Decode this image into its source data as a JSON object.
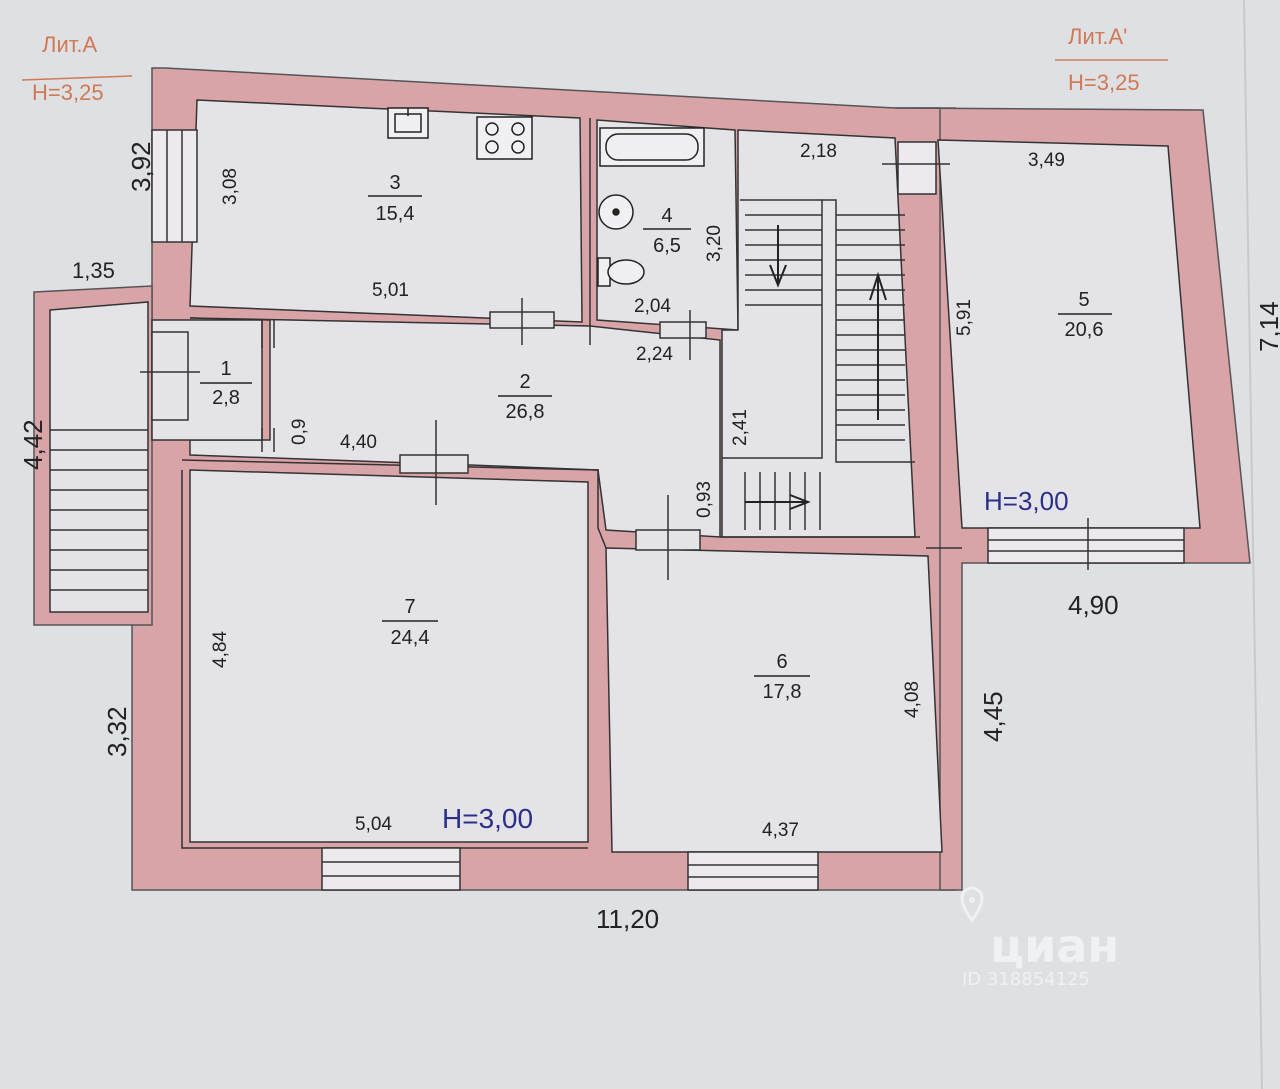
{
  "palette": {
    "paper": "#dfe0e3",
    "wall": "#d9a4a8",
    "wall_edge": "#555555",
    "room": "#e4e4e8",
    "line": "#222222",
    "lit_text": "#d07a55",
    "height_text": "#2b2f8a"
  },
  "header_left": {
    "title": "Лит.А",
    "height": "Н=3,25"
  },
  "header_right": {
    "title": "Лит.А'",
    "height": "Н=3,25"
  },
  "rooms": [
    {
      "number": "1",
      "area": "2,8"
    },
    {
      "number": "2",
      "area": "26,8"
    },
    {
      "number": "3",
      "area": "15,4"
    },
    {
      "number": "4",
      "area": "6,5"
    },
    {
      "number": "5",
      "area": "20,6"
    },
    {
      "number": "6",
      "area": "17,8"
    },
    {
      "number": "7",
      "area": "24,4"
    }
  ],
  "ceiling_heights": {
    "block_a": "Н=3,00",
    "block_a1": "Н=3,00"
  },
  "dimensions": {
    "outer_left_top": "3,92",
    "porch_width": "1,35",
    "porch_length": "4,42",
    "outer_left_bottom": "3,32",
    "outer_bottom": "11,20",
    "outer_right_bottom": "4,45",
    "outer_right": "7,14",
    "outer_annex_bottom": "4,90",
    "room3_height": "3,08",
    "room3_width": "5,01",
    "room4_height": "3,20",
    "room4_width": "2,04",
    "bath_width": "2,24",
    "stair_top": "2,18",
    "stair_len": "2,41",
    "stair_step": "0,93",
    "room5_top": "3,49",
    "room5_height": "5,91",
    "vest_width": "0,9",
    "hall_width": "4,40",
    "room7_height": "4,84",
    "room7_width": "5,04",
    "room6_height": "4,08",
    "room6_width": "4,37"
  },
  "icons": [
    "sink-icon",
    "stove-icon",
    "bathtub-icon",
    "washbasin-icon",
    "toilet-icon",
    "arrow-down-icon",
    "arrow-up-icon",
    "arrow-right-icon",
    "location-pin-icon"
  ],
  "watermark": {
    "brand": "циан",
    "id": "ID 318854125"
  }
}
